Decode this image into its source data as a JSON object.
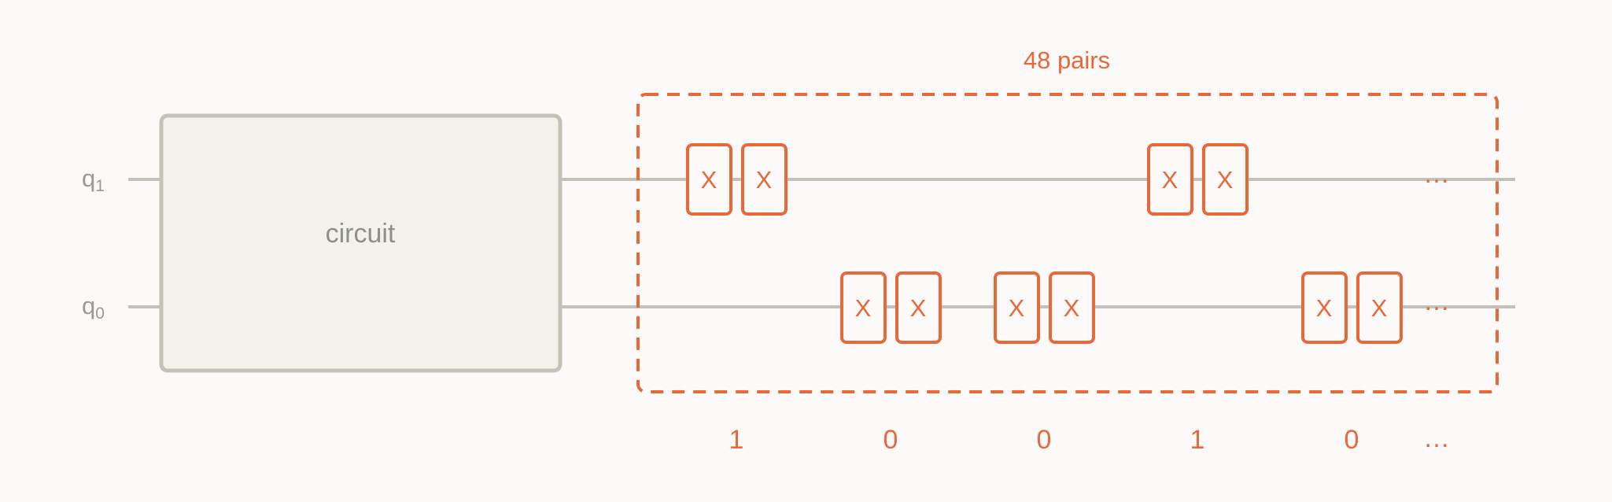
{
  "colors": {
    "accent": "#e8683a",
    "wire": "#c3c2b8",
    "box_fill": "#f2f1ec",
    "muted_text": "#9a9a93"
  },
  "qubits": [
    {
      "base": "q",
      "sub": "1"
    },
    {
      "base": "q",
      "sub": "0"
    }
  ],
  "circuit_label": "circuit",
  "group_label": "48 pairs",
  "gate_label": "X",
  "ellipsis": "…",
  "bits": [
    "1",
    "0",
    "0",
    "1",
    "0"
  ],
  "bits_ellipsis": "…"
}
